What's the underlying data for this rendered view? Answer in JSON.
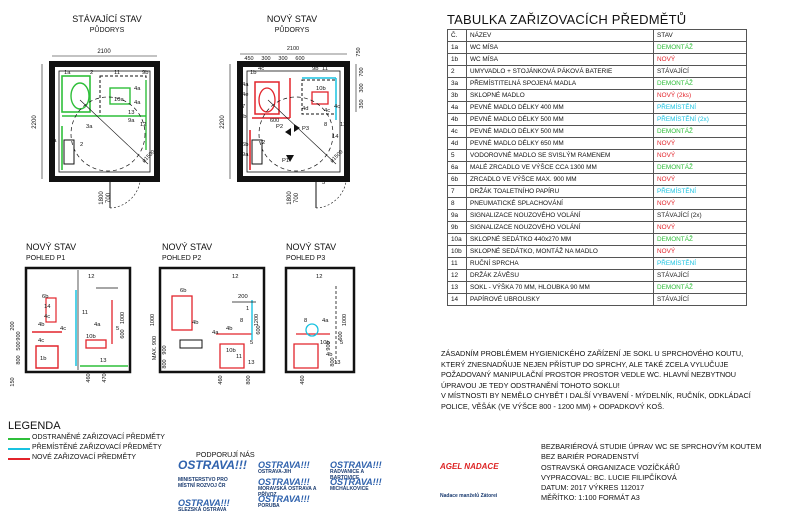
{
  "views": {
    "existing": {
      "title": "STÁVAJÍCÍ STAV",
      "subtitle": "PŮDORYS"
    },
    "new": {
      "title": "NOVÝ STAV",
      "subtitle": "PŮDORYS"
    },
    "p1": {
      "title": "NOVÝ STAV",
      "subtitle": "POHLED P1"
    },
    "p2": {
      "title": "NOVÝ STAV",
      "subtitle": "POHLED P2"
    },
    "p3": {
      "title": "NOVÝ STAV",
      "subtitle": "POHLED P3"
    }
  },
  "plan_existing": {
    "dim_width": "2100",
    "dim_height": "2200",
    "dim_door_h": "1800",
    "dim_door_w": "700",
    "dim_diag": "ø1500",
    "labels": [
      "1a",
      "2",
      "9b",
      "11",
      "10a",
      "4a",
      "4a",
      "13",
      "9a",
      "12",
      "6a",
      "2",
      "3a"
    ]
  },
  "plan_new": {
    "dims_top": [
      "2100",
      "450",
      "300",
      "300",
      "600",
      "750"
    ],
    "dim_height": "2200",
    "dim_side": [
      "700",
      "300",
      "350"
    ],
    "dim_inner": "600",
    "dim_door_h": "1800",
    "dim_door_w": "700",
    "dim_diag": "ø1500",
    "labels": [
      "1b",
      "4c",
      "9b",
      "11",
      "4a",
      "4e",
      "7",
      "3b",
      "10b",
      "4c",
      "4d",
      "2",
      "6b",
      "9a",
      "P2",
      "P3",
      "P1",
      "8",
      "14",
      "12",
      "5",
      "4c"
    ]
  },
  "elev_p1": {
    "labels": [
      "12",
      "6b",
      "14",
      "4c",
      "4b",
      "4c",
      "4c",
      "1b",
      "10b",
      "4a",
      "11",
      "13",
      "5"
    ],
    "dims": [
      "200",
      "500",
      "900",
      "800",
      "150",
      "600",
      "1000",
      "460",
      "470"
    ]
  },
  "elev_p2": {
    "labels": [
      "6b",
      "12",
      "4b",
      "200",
      "1",
      "8",
      "4a",
      "4b",
      "5",
      "10b",
      "11",
      "13"
    ],
    "dims": [
      "1000",
      "MAX. 900",
      "900",
      "800",
      "600",
      "460",
      "1200",
      "800"
    ]
  },
  "elev_p3": {
    "labels": [
      "12",
      "8",
      "4a",
      "10b",
      "4b",
      "5",
      "13"
    ],
    "dims": [
      "1000",
      "600",
      "900",
      "800",
      "460"
    ]
  },
  "table": {
    "title": "TABULKA ZAŘIZOVACÍCH PŘEDMĚTŮ",
    "headers": [
      "Č.",
      "NÁZEV",
      "STAV"
    ],
    "rows": [
      {
        "no": "1a",
        "name": "WC MÍSA",
        "status": "DEMONTÁŽ",
        "kind": "removed"
      },
      {
        "no": "1b",
        "name": "WC MÍSA",
        "status": "NOVÝ",
        "kind": "new"
      },
      {
        "no": "2",
        "name": "UMYVADLO + STOJÁNKOVÁ PÁKOVÁ BATERIE",
        "status": "STÁVAJÍCÍ",
        "kind": "existing"
      },
      {
        "no": "3a",
        "name": "PŘEMÍSTITELNÁ SPOJENÁ MADLA",
        "status": "DEMONTÁŽ",
        "kind": "removed"
      },
      {
        "no": "3b",
        "name": "SKLOPNÉ MADLO",
        "status": "NOVÝ (2ks)",
        "kind": "new"
      },
      {
        "no": "4a",
        "name": "PEVNÉ MADLO DÉLKY 400 MM",
        "status": "PŘEMÍSTĚNÍ",
        "kind": "moved"
      },
      {
        "no": "4b",
        "name": "PEVNÉ MADLO DÉLKY 500 MM",
        "status": "PŘEMÍSTĚNÍ (2x)",
        "kind": "moved"
      },
      {
        "no": "4c",
        "name": "PEVNÉ MADLO DÉLKY 500 MM",
        "status": "DEMONTÁŽ",
        "kind": "removed"
      },
      {
        "no": "4d",
        "name": "PEVNÉ MADLO DÉLKY 650 MM",
        "status": "NOVÝ",
        "kind": "new"
      },
      {
        "no": "5",
        "name": "VODOROVNÉ MADLO SE SVISLÝM RAMENEM",
        "status": "NOVÝ",
        "kind": "new"
      },
      {
        "no": "6a",
        "name": "MALÉ ZRCADLO VE VÝŠCE CCA 1300 MM",
        "status": "DEMONTÁŽ",
        "kind": "removed"
      },
      {
        "no": "6b",
        "name": "ZRCADLO VE VÝŠCE MAX. 900 MM",
        "status": "NOVÝ",
        "kind": "new"
      },
      {
        "no": "7",
        "name": "DRŽÁK TOALETNÍHO PAPÍRU",
        "status": "PŘEMÍSTĚNÍ",
        "kind": "moved"
      },
      {
        "no": "8",
        "name": "PNEUMATICKÉ SPLACHOVÁNÍ",
        "status": "NOVÝ",
        "kind": "new"
      },
      {
        "no": "9a",
        "name": "SIGNALIZACE NOUZOVÉHO VOLÁNÍ",
        "status": "STÁVAJÍCÍ (2x)",
        "kind": "existing"
      },
      {
        "no": "9b",
        "name": "SIGNALIZACE NOUZOVÉHO VOLÁNÍ",
        "status": "NOVÝ",
        "kind": "new"
      },
      {
        "no": "10a",
        "name": "SKLOPNÉ SEDÁTKO 440x270 MM",
        "status": "DEMONTÁŽ",
        "kind": "removed"
      },
      {
        "no": "10b",
        "name": "SKLOPNÉ SEDÁTKO, MONTÁŽ NA MADLO",
        "status": "NOVÝ",
        "kind": "new"
      },
      {
        "no": "11",
        "name": "RUČNÍ SPRCHA",
        "status": "PŘEMÍSTĚNÍ",
        "kind": "moved"
      },
      {
        "no": "12",
        "name": "DRŽÁK ZÁVĚSU",
        "status": "STÁVAJÍCÍ",
        "kind": "existing"
      },
      {
        "no": "13",
        "name": "SOKL - VÝŠKA 70 MM, HLOUBKA 90 MM",
        "status": "DEMONTÁŽ",
        "kind": "removed"
      },
      {
        "no": "14",
        "name": "PAPÍROVÉ UBROUSKY",
        "status": "STÁVAJÍCÍ",
        "kind": "existing"
      }
    ]
  },
  "notes": [
    "ZÁSADNÍM PROBLÉMEM HYGIENICKÉHO ZAŘÍZENÍ JE SOKL U SPRCHOVÉHO KOUTU,",
    "KTERÝ ZNESNADŇUJE NEJEN PŘÍSTUP DO SPRCHY, ALE TAKÉ ZCELA VYLUČUJE",
    "POŽADOVANÝ MANIPULAČNÍ PROSTOR PROSTOR VEDLE WC. HLAVNÍ NEZBYTNOU",
    "ÚPRAVOU JE TEDY ODSTRANĚNÍ TOHOTO SOKLU!",
    "V MÍSTNOSTI BY NEMĚLO CHYBĚT I DALŠÍ VYBAVENÍ - MÝDELNÍK, RUČNÍK, ODKLÁDACÍ",
    "POLICE, VĚŠÁK (VE VÝŠCE 800 - 1200 MM) + ODPADKOVÝ KOŠ."
  ],
  "legend": {
    "title": "LEGENDA",
    "items": [
      {
        "label": "ODSTRANĚNÉ ZAŘIZOVACÍ PŘEDMĚTY",
        "color": "#2fbf3a"
      },
      {
        "label": "PŘEMÍSTĚNÉ ZAŘIZOVACÍ PŘEDMĚTY",
        "color": "#19c2e0"
      },
      {
        "label": "NOVÉ ZAŘIZOVACÍ PŘEDMĚTY",
        "color": "#e2242b"
      }
    ]
  },
  "supporters": {
    "title": "PODPORUJÍ NÁS",
    "logos": [
      {
        "word": "OSTRAVA!!!",
        "caption": ""
      },
      {
        "word": "OSTRAVA!!!",
        "caption": "OSTRAVA-JIH"
      },
      {
        "word": "OSTRAVA!!!",
        "caption": "RADVANICE A BARTOVICE"
      },
      {
        "word": "",
        "caption": "MINISTERSTVO PRO MÍSTNÍ ROZVOJ ČR"
      },
      {
        "word": "OSTRAVA!!!",
        "caption": "MORAVSKÁ OSTRAVA A PŘÍVOZ"
      },
      {
        "word": "OSTRAVA!!!",
        "caption": "MICHÁLKOVICE"
      },
      {
        "word": "OSTRAVA!!!",
        "caption": "SLEZSKÁ OSTRAVA"
      },
      {
        "word": "OSTRAVA!!!",
        "caption": "PORUBA"
      },
      {
        "word": "AGEL NADACE",
        "caption": ""
      },
      {
        "word": "",
        "caption": "Nadace manželů Zátorei"
      }
    ]
  },
  "titleblock": [
    "BEZBARIÉROVÁ STUDIE ÚPRAV WC SE SPRCHOVÝM KOUTEM",
    "BEZ BARIÉR PORADENSTVÍ",
    "OSTRAVSKÁ ORGANIZACE VOZÍČKÁŘŮ",
    "VYPRACOVAL: BC. LUCIE FILIPČÍKOVÁ",
    "DATUM: 2017  VÝKRES 112017",
    "MĚŘÍTKO: 1:100 FORMÁT A3"
  ],
  "colors": {
    "removed": "#2fbf3a",
    "moved": "#19c2e0",
    "new": "#e2242b",
    "existing": "#222222",
    "accent": "#2f62ad"
  }
}
